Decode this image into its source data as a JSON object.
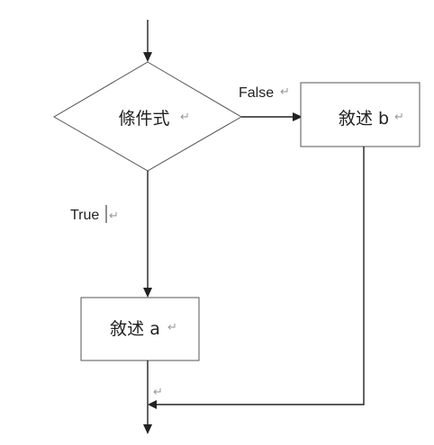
{
  "nodes": {
    "condition": {
      "label": "條件式",
      "mark": "↵"
    },
    "statement_b": {
      "label": "敘述 b",
      "mark": "↵"
    },
    "statement_a": {
      "label": "敘述 a",
      "mark": "↵"
    }
  },
  "edges": {
    "false_label": "False",
    "false_mark": "↵",
    "true_label": "True",
    "true_mark": "↵",
    "merge_mark": "↵"
  },
  "colors": {
    "stroke": "#555555",
    "arrow": "#222222",
    "paragraph_mark": "#9a9a9a"
  }
}
